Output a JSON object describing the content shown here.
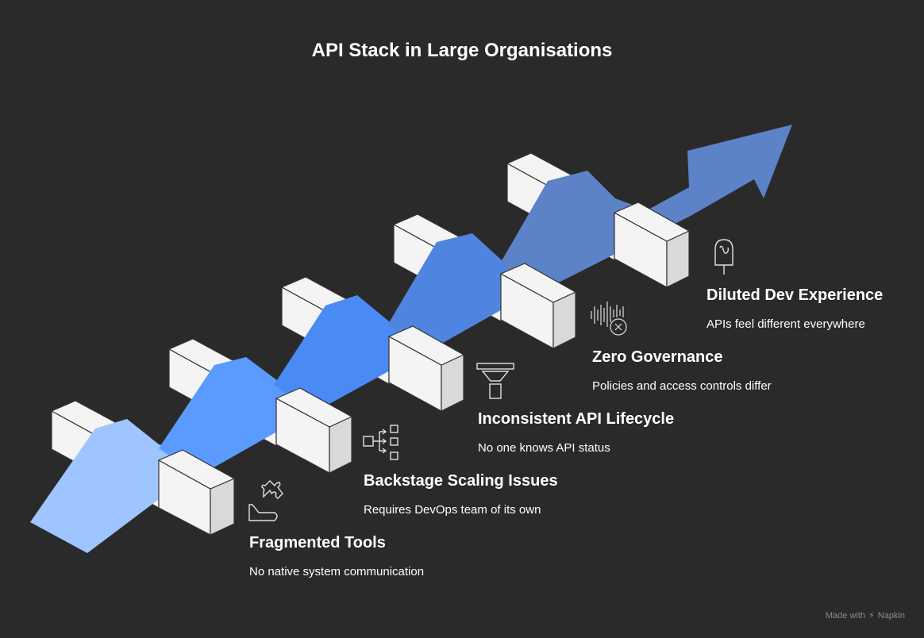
{
  "title": "API Stack in Large Organisations",
  "colors": {
    "background": "#2a2a2a",
    "stage_1": "#9ec5ff",
    "stage_2": "#5b9bff",
    "stage_3": "#4a8af4",
    "stage_4": "#4f84e0",
    "stage_5": "#5c82c7",
    "block_light": "#f4f4f4",
    "block_dark": "#d9d9d9"
  },
  "steps": [
    {
      "heading": "Fragmented Tools",
      "description": "No native system communication",
      "icon": "puzzle-hand-icon"
    },
    {
      "heading": "Backstage Scaling Issues",
      "description": "Requires DevOps team of its own",
      "icon": "split-flow-icon"
    },
    {
      "heading": "Inconsistent API Lifecycle",
      "description": "No one knows API status",
      "icon": "funnel-icon"
    },
    {
      "heading": "Zero Governance",
      "description": "Policies and access controls differ",
      "icon": "soundwave-cross-icon"
    },
    {
      "heading": "Diluted Dev Experience",
      "description": "APIs feel different everywhere",
      "icon": "popsicle-icon"
    }
  ],
  "footer": {
    "made_with": "Made with",
    "brand": "Napkin"
  }
}
